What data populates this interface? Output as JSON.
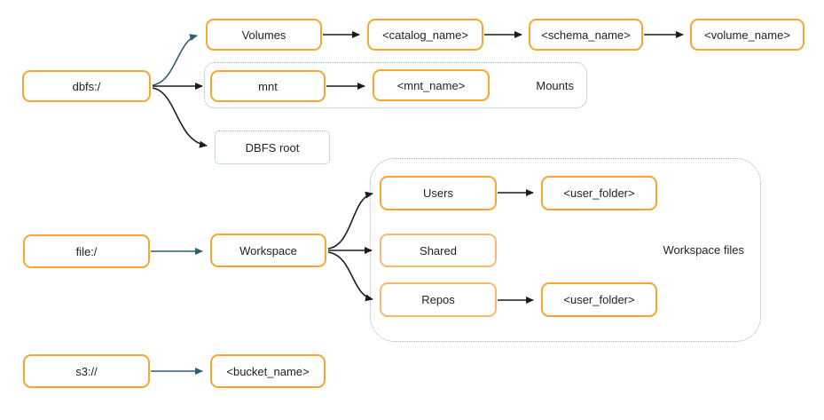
{
  "diagram": {
    "title": "Databricks file system paths diagram",
    "nodes": {
      "dbfs": {
        "label": "dbfs:/"
      },
      "volumes": {
        "label": "Volumes"
      },
      "catalog_name": {
        "label": "<catalog_name>"
      },
      "schema_name": {
        "label": "<schema_name>"
      },
      "volume_name": {
        "label": "<volume_name>"
      },
      "mnt": {
        "label": "mnt"
      },
      "mnt_name": {
        "label": "<mnt_name>"
      },
      "dbfs_root": {
        "label": "DBFS root"
      },
      "file": {
        "label": "file:/"
      },
      "workspace": {
        "label": "Workspace"
      },
      "users": {
        "label": "Users"
      },
      "user_folder_top": {
        "label": "<user_folder>"
      },
      "shared": {
        "label": "Shared"
      },
      "repos": {
        "label": "Repos"
      },
      "user_folder_bottom": {
        "label": "<user_folder>"
      },
      "s3": {
        "label": "s3://"
      },
      "bucket_name": {
        "label": "<bucket_name>"
      }
    },
    "groups": {
      "mounts": {
        "label": "Mounts"
      },
      "workspace_files": {
        "label": "Workspace files"
      }
    },
    "colors": {
      "node_border_orange": "#f8a531",
      "node_border_light_orange": "#f9b96d",
      "group_dotted_border": "#93afc4",
      "arrow_black": "#1c1c1c",
      "arrow_teal": "#2d5f6e",
      "background": "#ffffff",
      "text": "#1c2126"
    }
  }
}
